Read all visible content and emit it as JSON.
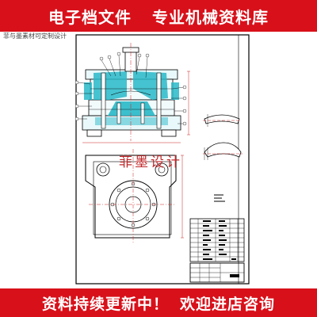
{
  "banner_top": {
    "left": "电子档文件",
    "right": "专业机械资料库"
  },
  "watermark_small": "菲与墨素材可定制设计",
  "watermark_big": "菲墨设计",
  "banner_bottom": {
    "left": "资料持续更新中！",
    "right": "欢迎进店咨询"
  },
  "colors": {
    "banner_red": "#d8101a",
    "drawing_line": "#000000",
    "hatch_cyan": "#28b8c8",
    "dim_red": "#cc2020",
    "watermark_red": "#c0282a"
  }
}
